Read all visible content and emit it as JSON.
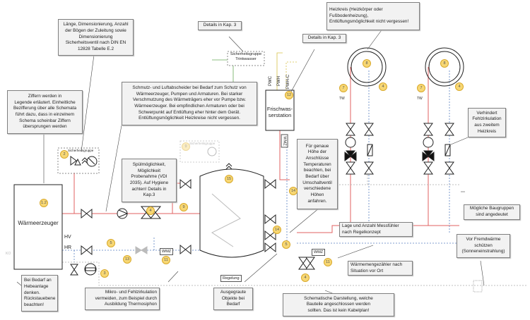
{
  "diagram": {
    "notes": {
      "laenge": "Länge, Dimensionierung, Anzahl\nder Bögen der Zuleitung sowie\nDimensionierung\nSicherheitsventil nach DIN EN\n12828 Tabelle E.2",
      "ziffern": "Ziffern werden in\nLegende erläutert. Einheitliche\nBezifferung über alle Schemata\nführt dazu, dass in einzelnem\nSchema scheinbar Ziffern\nübersprungen werden",
      "schmutz": "Schmutz- und Luftabscheider bei Bedarf zum Schutz von\nWärmeerzeuger, Pumpen und Armaturen. Bei starker\nVerschmutzung des Wärmeträgers eher vor Pumpe bzw.\nWärmeerzeuger. Bei empfindlichen  Armaturen oder bei\nSchwerpunkt auf  Entlüftung eher hinter dem Gerät.\nEntlüftungsmöglichkeit Heizkreise nicht vergessen.",
      "details1": "Details in Kap. 3",
      "details2": "Details in Kap. 3",
      "heizkreis": "Heizkreis (Heizkörper oder\nFußbodenheizung),\nEntlüftungsmöglichkeit nicht vergessen!",
      "spuel": "Spülmöglichkeit,\nMöglichkeit\nProbenahme (VDI\n2035). Auf Hygiene\nachten! Details in\nKap.3",
      "hoehe": "Für genaue\nHöhe der\nAnschlüsse\nTemperaturen\nbeachten, bei\nBedarf über\nUmschaltventil\nverschiedene\nHöhen\nanfahren.",
      "fehlzirk": "Verhindert\nFehlzirkulation\naus zweitem\nHeizkreis",
      "baugruppen": "Mögliche Baugruppen\nsind angedeutet",
      "messfuehler": "Lage und Anzahl Messfühler\nnach Regelkonzept",
      "fremdwaerme": "Vor Fremdwärme\nschützen\n(Sonneneinstrahlung)",
      "wmz": "Wärmemengezähler nach\nSituation vor Ort",
      "hebeanlage": "Bei Bedarf an\nHebeanlage\ndenken.\nRückstauebene\nbeachten!",
      "mikro": "Mikro- und Fehlzirkulation\nvermeiden, zum Beispiel durch\nAusbildung Thermosiphon",
      "ausgegraut": "Ausgegraute\nObjekte bei\nBedarf",
      "schematisch": "Schematische Darstellung, welche\nBauteile angeschlossen werden\nsollten. Das ist kein Kabelplan!"
    },
    "labels": {
      "waermeerzeuger": "Wärmeerzeuger",
      "frischwasser": "Frischwas-\nserstation",
      "sicherheitsgruppe_tw": "Sicherheitsgruppe\nTrinkwasser",
      "sicherheitsgruppe": "Sicherheitsgruppe",
      "hv": "HV",
      "hr": "HR",
      "regelung": "Regelung",
      "wmz": "WMZ",
      "pwc": "PWC",
      "pwh": "PWH",
      "pwhc": "PWH-C",
      "tw": "TW",
      "ko": "KO"
    },
    "numbers": {
      "n12a": "1.2",
      "n2": "2",
      "n3": "3",
      "n4": "4",
      "n5": "5",
      "n7": "7",
      "n8": "8",
      "n9": "9",
      "n11": "11",
      "n12": "12",
      "n13": "13",
      "n14": "14",
      "n15": "15"
    },
    "colors": {
      "supply": "#e06060",
      "return": "#5a7fc0",
      "drinking_cold": "#6aaa5a",
      "drinking_hot": "#d8c24a",
      "note_bg": "#f2f2f2",
      "badge": "#f7d774"
    }
  }
}
